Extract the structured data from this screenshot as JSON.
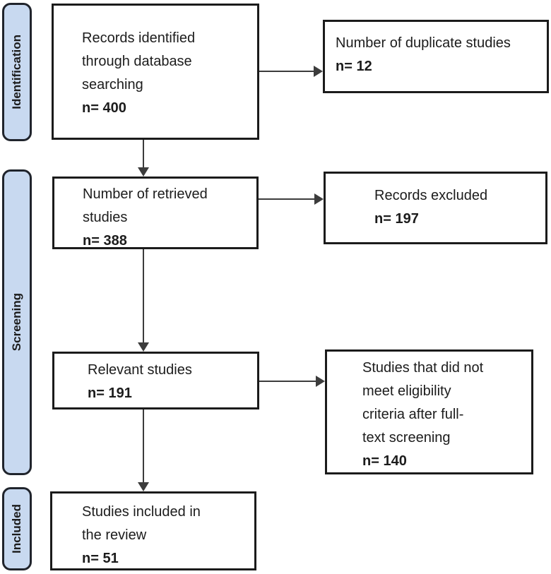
{
  "colors": {
    "stage_fill": "#c8d9f0",
    "stage_border": "#20242c",
    "box_border": "#1b1b1b",
    "arrow": "#3c3c3c",
    "text": "#1c1c1c"
  },
  "stages": [
    {
      "label": "Identification"
    },
    {
      "label": "Screening"
    },
    {
      "label": "Included"
    }
  ],
  "boxes": {
    "identified": {
      "text": "Records identified\nthrough database\nsearching",
      "n": "n= 400"
    },
    "duplicates": {
      "text": "Number of duplicate studies",
      "n": "n= 12"
    },
    "retrieved": {
      "text": "Number of retrieved\nstudies",
      "n": "n= 388"
    },
    "excluded": {
      "text": "Records excluded",
      "n": "n= 197"
    },
    "relevant": {
      "text": "Relevant studies",
      "n": "n= 191"
    },
    "not_eligible": {
      "text": "Studies that did not\nmeet eligibility\ncriteria after full-\ntext screening",
      "n": "n= 140"
    },
    "included": {
      "text": "Studies included in\nthe review",
      "n": "n= 51"
    }
  }
}
